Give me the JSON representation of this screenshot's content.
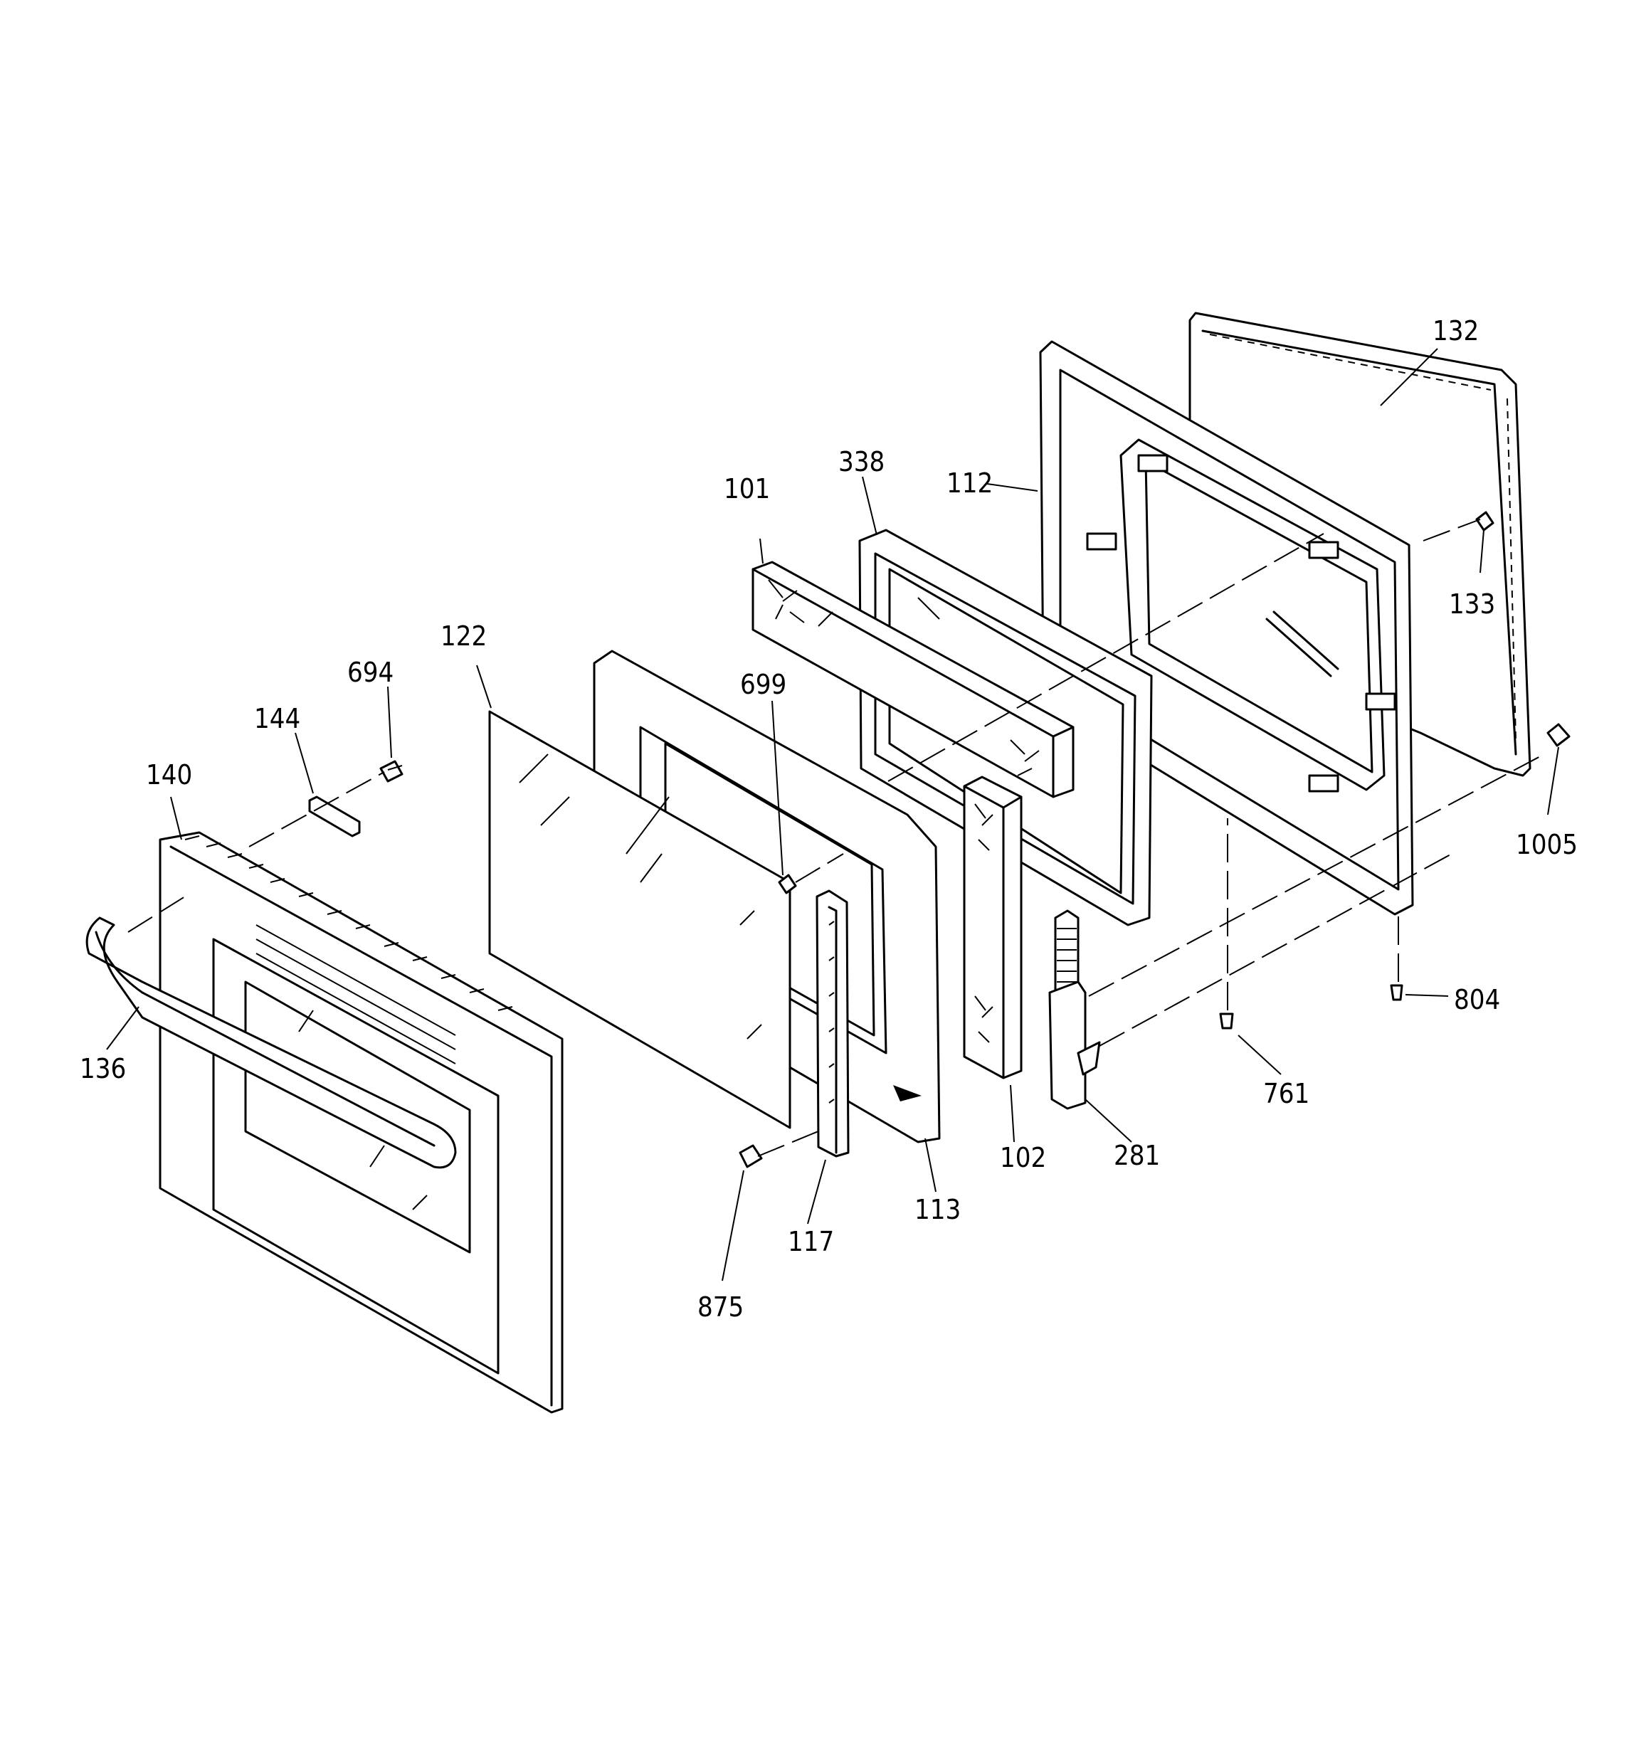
{
  "labels": {
    "p101": "101",
    "p102": "102",
    "p112": "112",
    "p113": "113",
    "p117": "117",
    "p122": "122",
    "p132": "132",
    "p133": "133",
    "p136": "136",
    "p140": "140",
    "p144": "144",
    "p281": "281",
    "p338": "338",
    "p694": "694",
    "p699": "699",
    "p761": "761",
    "p804": "804",
    "p875": "875",
    "p1005": "1005"
  }
}
